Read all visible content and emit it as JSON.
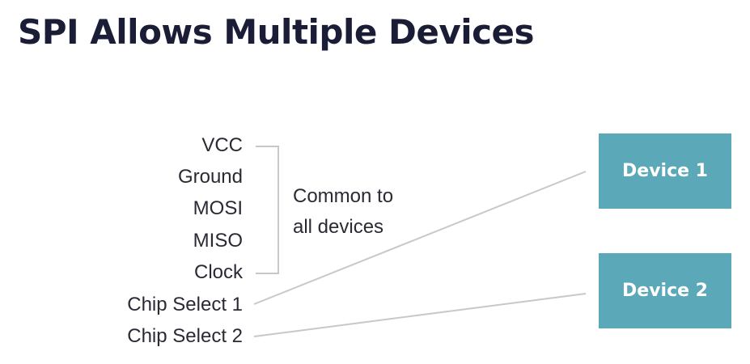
{
  "title": "SPI Allows Multiple Devices",
  "signals": [
    "VCC",
    "Ground",
    "MOSI",
    "MISO",
    "Clock",
    "Chip Select 1",
    "Chip Select 2"
  ],
  "common_note": {
    "line1": "Common to",
    "line2": "all devices"
  },
  "devices": [
    "Device 1",
    "Device 2"
  ],
  "colors": {
    "title": "#1b1d36",
    "device_fill": "#5aa8b8",
    "device_text": "#ffffff",
    "wire": "#c8c8c8"
  }
}
